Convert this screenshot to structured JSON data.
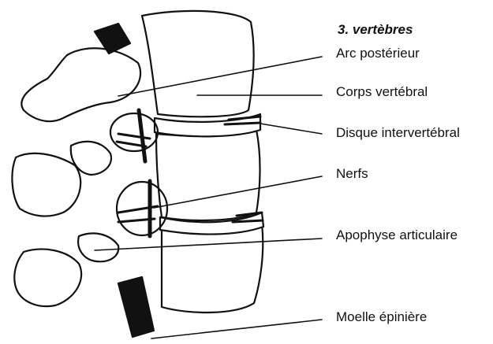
{
  "figure": {
    "title": "3. vertèbres",
    "labels": [
      "Arc postérieur",
      "Corps vertébral",
      "Disque intervertébral",
      "Nerfs",
      "Apophyse articulaire",
      "Moelle épinière"
    ]
  }
}
